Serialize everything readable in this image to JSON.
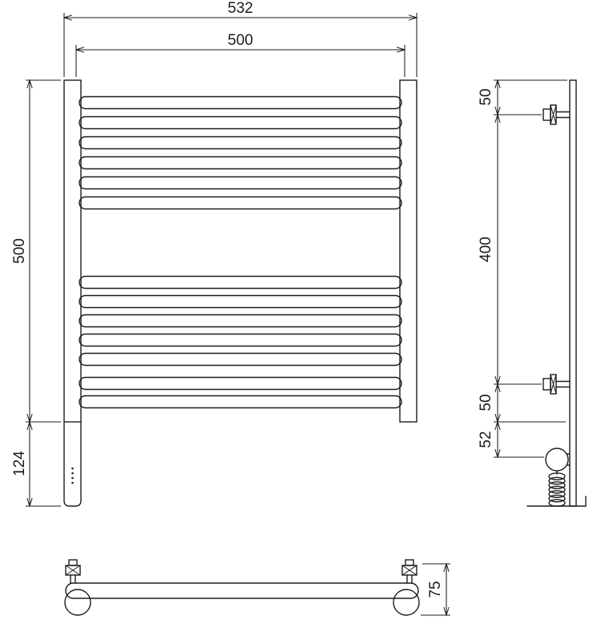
{
  "drawing": {
    "background_color": "#ffffff",
    "line_color": "#1c1c1c",
    "front_view": {
      "overall_width_mm": "532",
      "bar_width_mm": "500",
      "height_mm": "500",
      "base_height_mm": "124"
    },
    "side_view": {
      "top_to_bracket_mm": "50",
      "bracket_span_mm": "400",
      "bracket_to_bottom_mm": "50",
      "element_offset_mm": "52"
    },
    "bottom_view": {
      "depth_mm": "75"
    }
  }
}
